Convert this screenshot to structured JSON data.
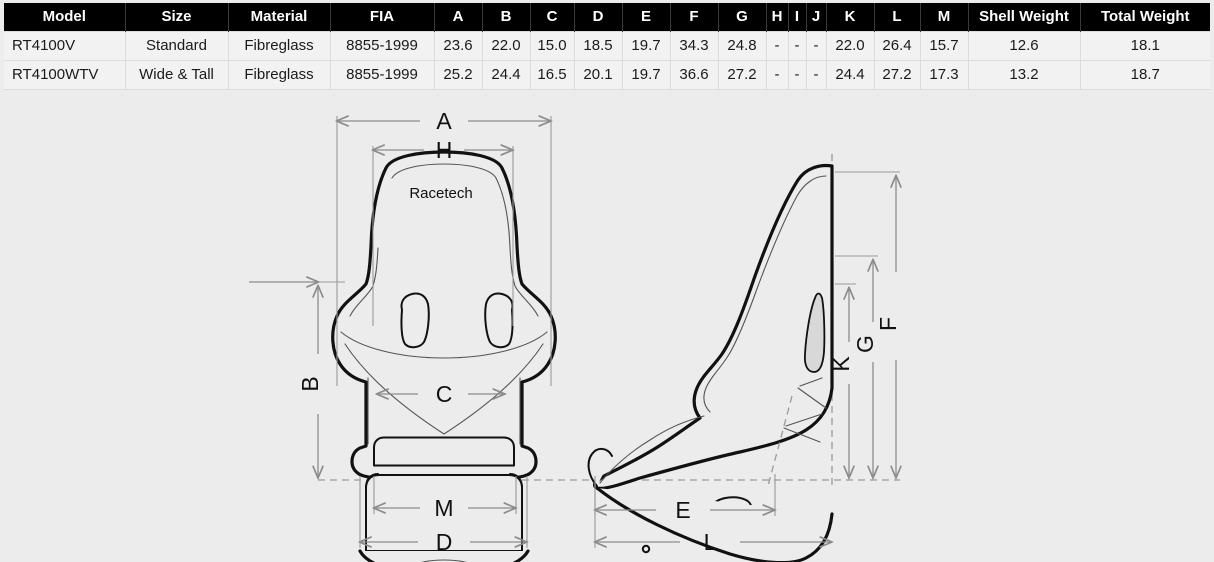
{
  "table": {
    "headers": [
      "Model",
      "Size",
      "Material",
      "FIA",
      "A",
      "B",
      "C",
      "D",
      "E",
      "F",
      "G",
      "H",
      "I",
      "J",
      "K",
      "L",
      "M",
      "Shell Weight",
      "Total Weight"
    ],
    "rows": [
      {
        "model": "RT4100V",
        "size": "Standard",
        "material": "Fibreglass",
        "fia": "8855-1999",
        "a": "23.6",
        "b": "22.0",
        "c": "15.0",
        "d": "18.5",
        "e": "19.7",
        "f": "34.3",
        "g": "24.8",
        "h": "-",
        "i": "-",
        "j": "-",
        "k": "22.0",
        "l": "26.4",
        "m": "15.7",
        "shell_weight": "12.6",
        "total_weight": "18.1"
      },
      {
        "model": "RT4100WTV",
        "size": "Wide & Tall",
        "material": "Fibreglass",
        "fia": "8855-1999",
        "a": "25.2",
        "b": "24.4",
        "c": "16.5",
        "d": "20.1",
        "e": "19.7",
        "f": "36.6",
        "g": "27.2",
        "h": "-",
        "i": "-",
        "j": "-",
        "k": "24.4",
        "l": "27.2",
        "m": "17.3",
        "shell_weight": "13.2",
        "total_weight": "18.7"
      }
    ]
  },
  "diagram": {
    "brand_label": "Racetech",
    "front_view": {
      "dimensions": {
        "a": "A",
        "h": "H",
        "b": "B",
        "c": "C",
        "m": "M",
        "d": "D"
      }
    },
    "side_view": {
      "dimensions": {
        "f": "F",
        "g": "G",
        "k": "K",
        "e": "E",
        "l": "L"
      }
    }
  },
  "colors": {
    "page_background": "#ececec",
    "table_header_background": "#000000",
    "table_header_text": "#ffffff",
    "table_cell_background": "#f2f2f2",
    "table_cell_text": "#1a1a1a",
    "outline_stroke": "#111111",
    "dimension_stroke": "#8c8c8c"
  }
}
